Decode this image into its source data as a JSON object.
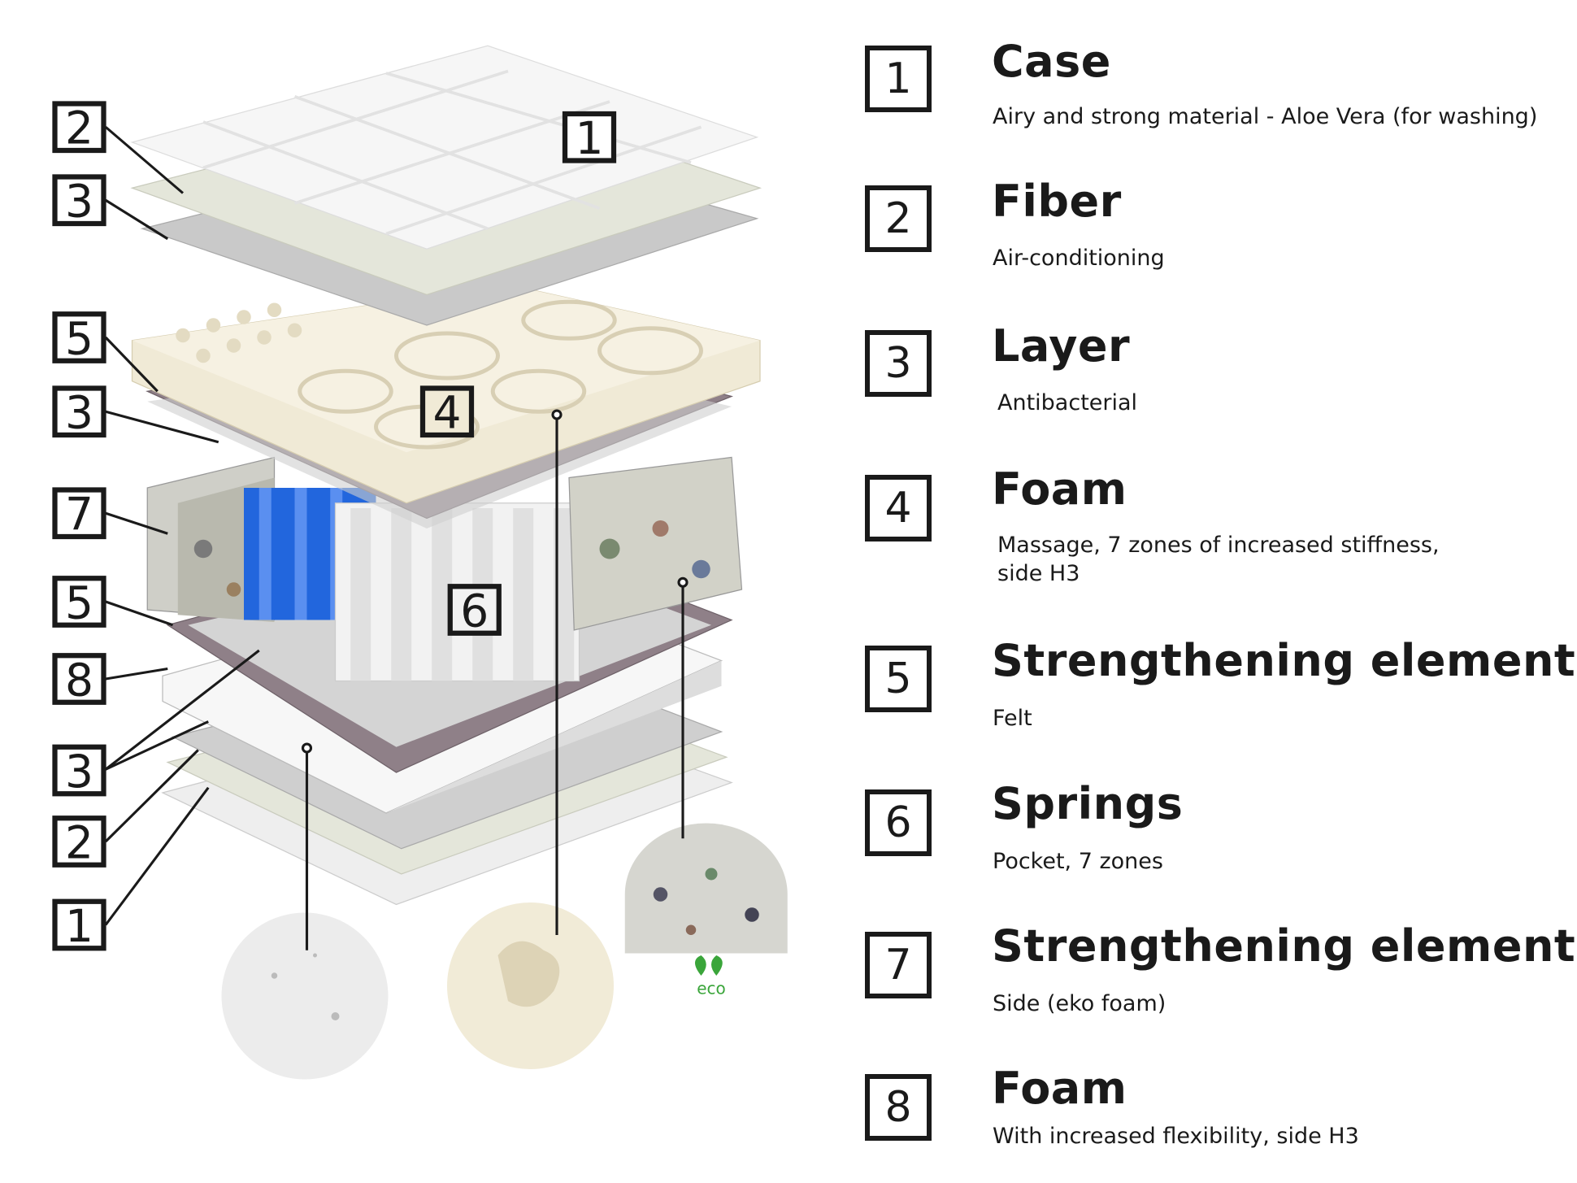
{
  "legend": [
    {
      "number": "1",
      "title": "Case",
      "description": "Airy and strong material - Aloe Vera (for washing)"
    },
    {
      "number": "2",
      "title": "Fiber",
      "description": "Air-conditioning"
    },
    {
      "number": "3",
      "title": "Layer",
      "description": "Antibacterial"
    },
    {
      "number": "4",
      "title": "Foam",
      "description": "Massage, 7 zones of increased stiffness,",
      "description2": "side H3"
    },
    {
      "number": "5",
      "title": "Strengthening element",
      "description": "Felt"
    },
    {
      "number": "6",
      "title": "Springs",
      "description": "Pocket, 7 zones"
    },
    {
      "number": "7",
      "title": "Strengthening element",
      "description": "Side (eko foam)"
    },
    {
      "number": "8",
      "title": "Foam",
      "description": "With increased flexibility, side H3"
    }
  ],
  "diagram": {
    "side_labels": [
      "2",
      "3",
      "5",
      "3",
      "7",
      "5",
      "8",
      "3",
      "2",
      "1"
    ],
    "inline_labels": [
      "1",
      "4",
      "6"
    ],
    "eco_badge": "eco",
    "colors": {
      "case": "#f4f4f4",
      "fiber": "#e6e8dc",
      "layer": "#c8c8c8",
      "foam": "#f0ead6",
      "felt": "#8a7a80",
      "springs": "#2266dd",
      "eco": "#3aa53a"
    }
  }
}
